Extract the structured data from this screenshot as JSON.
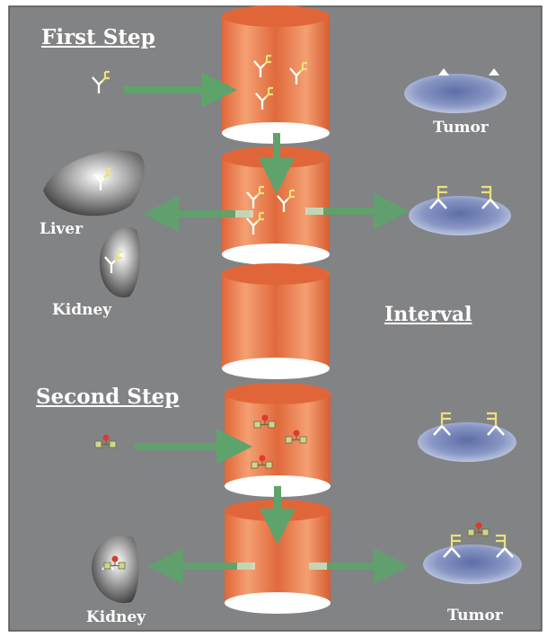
{
  "labels": {
    "first_step": "First Step",
    "second_step": "Second Step",
    "interval": "Interval",
    "tumor_top": "Tumor",
    "tumor_bottom": "Tumor",
    "liver": "Liver",
    "kidney_top": "Kidney",
    "kidney_bottom": "Kidney"
  },
  "colors": {
    "background": "#828385",
    "frame": "#555555",
    "cylinder_mid": "#f28a55",
    "cylinder_light": "#f9be98",
    "arrow": "#5ea36c",
    "antibody_arm": "#ece27a",
    "antibody_stem": "#ffffff",
    "tumor": "#8694c2",
    "hapten": "#cfd58c",
    "radiolabel": "#dd3b2b"
  },
  "icons": [
    "cylinder",
    "bispecific-antibody-icon",
    "hapten-radiolabel-icon",
    "tumor-cell",
    "liver-organ",
    "kidney-organ",
    "flow-arrow"
  ]
}
